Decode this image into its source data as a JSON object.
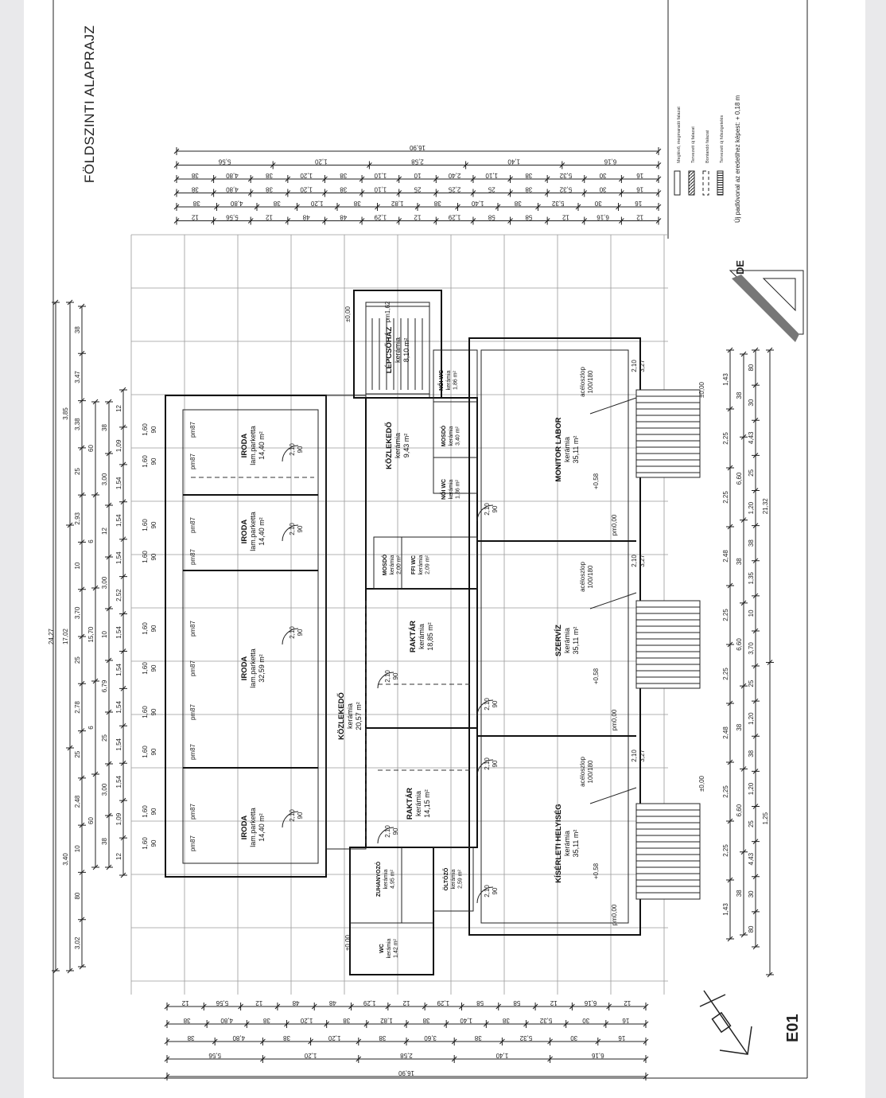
{
  "title": "FÖLDSZINTI ALAPRAJZ",
  "sheet_number": "E01",
  "logo_text": "DE",
  "legend": {
    "items": [
      {
        "label": "Meglévő, megmaradó falazat",
        "icon": "solid-outline-swatch"
      },
      {
        "label": "Tervezett új falazat",
        "icon": "hatched-swatch"
      },
      {
        "label": "Bontandó falazat",
        "icon": "dashed-swatch"
      },
      {
        "label": "Tervezett új hőszigetelés",
        "icon": "striped-swatch"
      }
    ],
    "floor_note": "Új padlóvonal az eredetihez képest: + 0,18 m"
  },
  "rooms": [
    {
      "name": "LÉPCSŐHÁZ",
      "material": "kerámia",
      "area": "8,10 m²"
    },
    {
      "name": "KÖZLEKEDŐ",
      "material": "kerámia",
      "area": "9,43 m²"
    },
    {
      "name": "NŐI WC",
      "material": "kerámia",
      "area": "1,86 m²"
    },
    {
      "name": "MOSDÓ",
      "material": "kerámia",
      "area": "3,40 m²"
    },
    {
      "name": "NŐI WC",
      "material": "kerámia",
      "area": "1,86 m²"
    },
    {
      "name": "MOSDÓ",
      "material": "kerámia",
      "area": "2,00 m²"
    },
    {
      "name": "FFI WC",
      "material": "kerámia",
      "area": "2,09 m²"
    },
    {
      "name": "RAKTÁR",
      "material": "kerámia",
      "area": "18,85 m²"
    },
    {
      "name": "RAKTÁR",
      "material": "kerámia",
      "area": "14,15 m²"
    },
    {
      "name": "ZUHANYOZÓ",
      "material": "kerámia",
      "area": "4,95 m²"
    },
    {
      "name": "ÖLTÖZŐ",
      "material": "kerámia",
      "area": "2,59 m²"
    },
    {
      "name": "WC",
      "material": "kerámia",
      "area": "1,42 m²"
    },
    {
      "name": "KÖZLEKEDŐ",
      "material": "kerámia",
      "area": "20,57 m²"
    },
    {
      "name": "MONITOR LABOR",
      "material": "kerámia",
      "area": "35,11 m²"
    },
    {
      "name": "SZERVÍZ",
      "material": "kerámia",
      "area": "35,11 m²"
    },
    {
      "name": "KÍSÉRLETI HELYISÉG",
      "material": "kerámia",
      "area": "35,11 m²"
    },
    {
      "name": "IRODA",
      "material": "lam.parketta",
      "area": "14,40 m²"
    },
    {
      "name": "IRODA",
      "material": "lam.parketta",
      "area": "14,40 m²"
    },
    {
      "name": "IRODA",
      "material": "lam.parketta",
      "area": "32,59 m²"
    },
    {
      "name": "IRODA",
      "material": "lam.parketta",
      "area": "14,40 m²"
    }
  ],
  "annotations": {
    "column": [
      "acéloszlop",
      "100/180"
    ],
    "level_room": "+0,58",
    "level_outside": "±0,00",
    "level_floor": "pm0,00",
    "level_office": "pm87",
    "stair_top": "pm1,62",
    "door": [
      "2,10",
      "90"
    ],
    "window": [
      "2,10",
      "3,27"
    ],
    "office_window": [
      "1,60",
      "90"
    ]
  },
  "dimensions": {
    "top": [
      [
        "16,90"
      ],
      [
        "5,56",
        "1,20",
        "2,58",
        "1,40",
        "6,16"
      ],
      [
        "38",
        "4,80",
        "38",
        "1,20",
        "38",
        "1,10",
        "10",
        "2,40",
        "1,10",
        "38",
        "5,32",
        "30",
        "16"
      ],
      [
        "38",
        "4,80",
        "38",
        "1,20",
        "38",
        "1,10",
        "25",
        "2,25",
        "25",
        "38",
        "5,32",
        "30",
        "16"
      ],
      [
        "38",
        "4,80",
        "38",
        "1,20",
        "38",
        "1,82",
        "38",
        "1,40",
        "38",
        "5,32",
        "30",
        "16"
      ],
      [
        "12",
        "5,56",
        "12",
        "48",
        "48",
        "1,29",
        "12",
        "1,29",
        "58",
        "58",
        "12",
        "6,16",
        "12"
      ]
    ],
    "bottom": [
      [
        "12",
        "5,56",
        "12",
        "48",
        "48",
        "1,29",
        "12",
        "1,29",
        "58",
        "58",
        "12",
        "6,16",
        "12"
      ],
      [
        "38",
        "4,80",
        "38",
        "1,20",
        "38",
        "1,82",
        "38",
        "1,40",
        "38",
        "5,32",
        "30",
        "16"
      ],
      [
        "38",
        "4,80",
        "38",
        "1,20",
        "38",
        "3,60",
        "38",
        "5,32",
        "30",
        "16"
      ],
      [
        "5,56",
        "1,20",
        "2,58",
        "1,40",
        "6,16"
      ],
      [
        "16,90"
      ]
    ],
    "left": [
      [
        "24,27"
      ],
      [
        "3,40",
        "17,02",
        "3,85"
      ],
      [
        "3,02",
        "80",
        "10",
        "2,48",
        "25",
        "2,78",
        "25",
        "3,70",
        "10",
        "2,93",
        "25",
        "3,38",
        "3,47",
        "38"
      ],
      [
        "60",
        "6",
        "15,70",
        "6",
        "60"
      ],
      [
        "38",
        "3,00",
        "25",
        "6,79",
        "10",
        "3,00",
        "12",
        "3,00",
        "38"
      ],
      [
        "12",
        "1,09",
        "1,54",
        "1,54",
        "1,54",
        "1,54",
        "1,54",
        "2,52",
        "1,54",
        "1,54",
        "1,54",
        "1,09",
        "12"
      ]
    ],
    "right": [
      [
        "1,43",
        "2,25",
        "2,25",
        "2,48",
        "2,25",
        "2,25",
        "2,48",
        "2,25",
        "2,25",
        "1,43"
      ],
      [
        "38",
        "6,60",
        "38",
        "6,60",
        "38",
        "6,60",
        "38"
      ],
      [
        "80",
        "30",
        "4,43",
        "25",
        "1,20",
        "38",
        "1,20",
        "25",
        "3,70",
        "10",
        "1,35",
        "38",
        "1,20",
        "25",
        "4,43",
        "30",
        "80"
      ],
      [
        "1,25",
        "21,32"
      ]
    ]
  }
}
